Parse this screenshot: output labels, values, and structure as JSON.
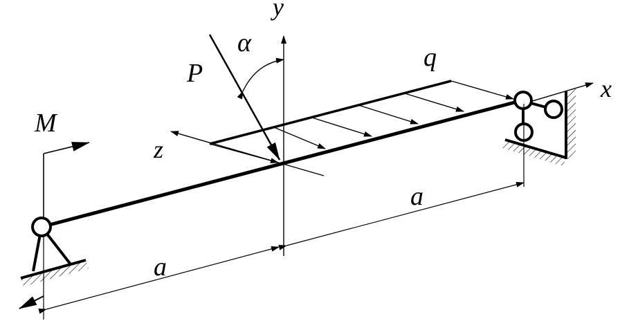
{
  "labels": {
    "y_axis": "y",
    "x_axis": "x",
    "z_axis": "z",
    "force": "P",
    "angle": "α",
    "distributed_load": "q",
    "moment": "M",
    "span_left": "a",
    "span_right": "a"
  },
  "colors": {
    "ink": "#000000",
    "background": "#ffffff"
  }
}
